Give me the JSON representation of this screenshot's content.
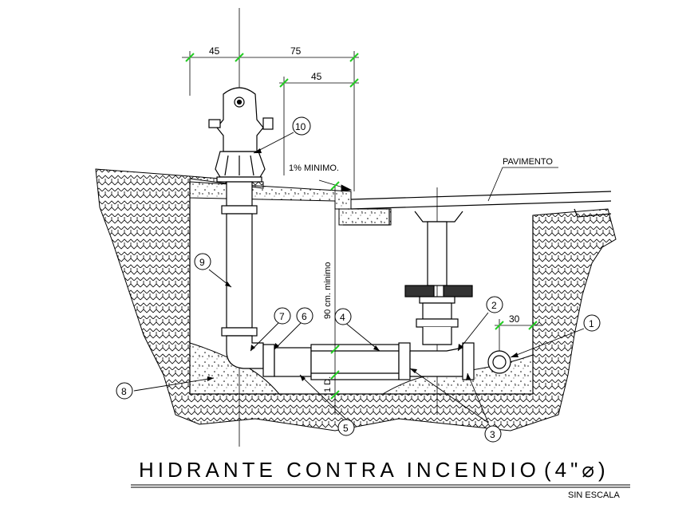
{
  "title": "HIDRANTE CONTRA INCENDIO",
  "title_suffix": "(4\"⌀)",
  "scale_note": "SIN ESCALA",
  "labels": {
    "pavimento": "PAVIMENTO",
    "slope": "1% MINIMO.",
    "depth": "90 cm. minimo",
    "diameter": "1 D."
  },
  "dimensions": {
    "d45_left": "45",
    "d75": "75",
    "d45_mid": "45",
    "d30": "30"
  },
  "callouts": [
    "1",
    "2",
    "3",
    "4",
    "5",
    "6",
    "7",
    "8",
    "9",
    "10"
  ],
  "colors": {
    "line": "#000000",
    "dimension_tick": "#22cc22",
    "background": "#ffffff"
  }
}
